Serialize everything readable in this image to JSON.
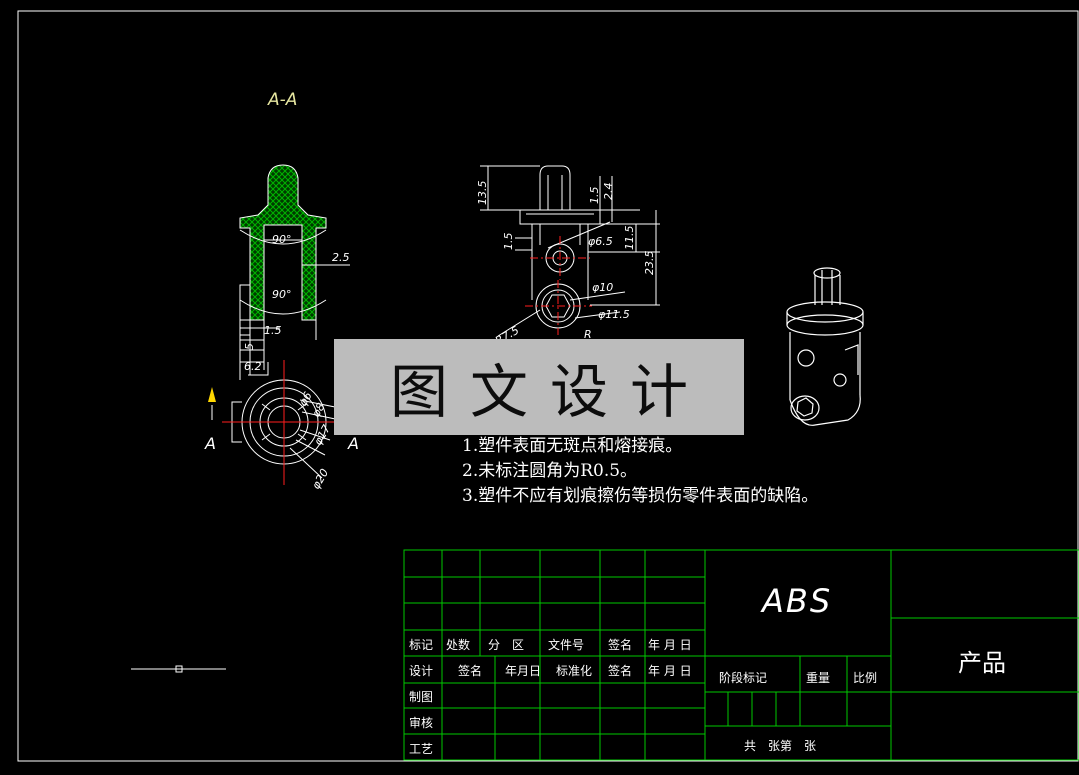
{
  "section_label": "A-A",
  "arrow_label_left": "A",
  "arrow_label_right": "A",
  "dims": {
    "angle_top": "90°",
    "angle_mid": "90°",
    "d_2_5": "2.5",
    "d_1_5a": "1.5",
    "d_5": "5",
    "d_6_2": "6.2",
    "d_13_5": "13.5",
    "d_1_5b": "1.5",
    "d_2_4": "2.4",
    "d_1_5c": "1.5",
    "d_phi6_5": "φ6.5",
    "d_11_5": "11.5",
    "d_23_5": "23.5",
    "d_phi10": "φ10",
    "d_phi11_5": "φ11.5",
    "d_phi6": "φ6",
    "d_phi8": "φ8",
    "d_phi17": "φ17",
    "d_phi20": "φ20",
    "d_r7_5": "R7.5",
    "d_r_partial": "R"
  },
  "watermark": "图文设计",
  "notes": [
    "1.塑件表面无斑点和熔接痕。",
    "2.未标注圆角为R0.5。",
    "3.塑件不应有划痕擦伤等损伤零件表面的缺陷。"
  ],
  "title_block": {
    "material": "ABS",
    "part_name": "产品",
    "row_headers": [
      "标记",
      "处数",
      "分　区",
      "文件号",
      "签名",
      "年 月 日"
    ],
    "row_design": [
      "设计",
      "签名",
      "年月日",
      "标准化",
      "签名",
      "年 月 日"
    ],
    "row_labels": [
      "制图",
      "审核",
      "工艺"
    ],
    "stage_mark": "阶段标记",
    "weight": "重量",
    "scale": "比例",
    "sheets": "共　张第　张"
  },
  "colors": {
    "background": "#000000",
    "lines": "#ffffff",
    "grid": "#00c800",
    "hatch": "#00b400",
    "center": "#ff1e1e",
    "text_yellow": "#e6e6a0",
    "arrow_yellow": "#ffd700"
  }
}
